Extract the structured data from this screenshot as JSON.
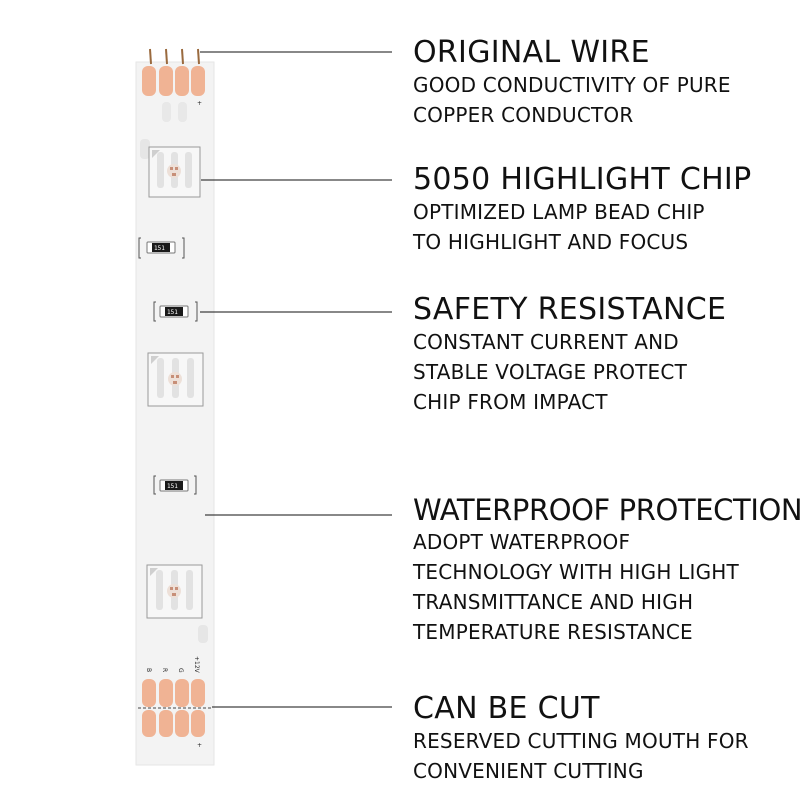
{
  "features": [
    {
      "title": "ORIGINAL WIRE",
      "desc": [
        "GOOD CONDUCTIVITY OF PURE",
        "COPPER CONDUCTOR"
      ]
    },
    {
      "title": "5050 HIGHLIGHT CHIP",
      "desc": [
        "OPTIMIZED LAMP BEAD CHIP",
        "TO HIGHLIGHT AND FOCUS"
      ]
    },
    {
      "title": "SAFETY RESISTANCE",
      "desc": [
        "CONSTANT CURRENT AND",
        "STABLE VOLTAGE PROTECT",
        "CHIP FROM IMPACT"
      ]
    },
    {
      "title": "WATERPROOF PROTECTION",
      "desc": [
        "ADOPT WATERPROOF",
        "TECHNOLOGY WITH HIGH LIGHT",
        "TRANSMITTANCE AND HIGH",
        "TEMPERATURE RESISTANCE"
      ]
    },
    {
      "title": "CAN BE CUT",
      "desc": [
        "RESERVED CUTTING MOUTH FOR",
        "CONVENIENT CUTTING"
      ]
    }
  ],
  "strip": {
    "resistor_label": "151",
    "pad_labels": [
      "B",
      "R",
      "G",
      "+12V"
    ],
    "plus_sign": "+"
  },
  "colors": {
    "strip_body": "#f3f3f3",
    "copper_pad": "#f0b394",
    "wire": "#9a6a3e",
    "resistor": "#1a1a1a"
  }
}
